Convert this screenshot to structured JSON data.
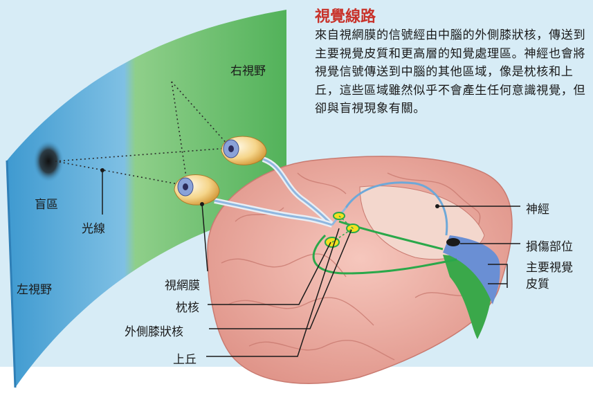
{
  "title": "視覺線路",
  "description": "來自視網膜的信號經由中腦的外側膝狀核，傳送到主要視覺皮質和更高層的知覺處理區。神經也會將視覺信號傳送到中腦的其他區域，像是枕核和上丘，這些區域雖然似乎不會產生任何意識視覺，但卻與盲視現象有關。",
  "labels": {
    "right_field": "右視野",
    "left_field": "左視野",
    "blind_spot": "盲區",
    "light_ray": "光線",
    "retina": "視網膜",
    "pulvinar": "枕核",
    "lgn": "外側膝狀核",
    "superior_colliculus": "上丘",
    "nerve": "神經",
    "lesion": "損傷部位",
    "primary_visual_cortex_line1": "主要視覺",
    "primary_visual_cortex_line2": "皮質"
  },
  "colors": {
    "title": "#c8322a",
    "sky": "#d7ecf6",
    "left_field": "#5aa9d8",
    "right_field": "#6cbf6c",
    "brain": "#f0b0a6",
    "pathway_green": "#2aa84a",
    "pathway_yellow": "#f5e020",
    "lesion_blue": "#4a72c0"
  }
}
